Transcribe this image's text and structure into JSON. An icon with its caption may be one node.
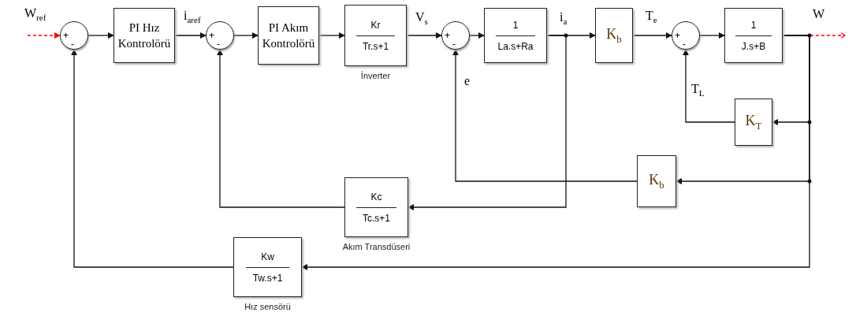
{
  "diagram": {
    "nodes": [
      {
        "text": [
          "+",
          "-"
        ]
      },
      {
        "text": [
          "PI Hız Kontrolörü"
        ]
      },
      {
        "text": [
          "+",
          "-"
        ]
      },
      {
        "text": [
          "PI Akım Kontrolörü"
        ]
      },
      {
        "text": [
          "Kr",
          "Tr.s+1"
        ],
        "beside": [
          "İnverter"
        ]
      },
      {
        "text": [
          "+",
          "-"
        ]
      },
      {
        "text": [
          "1",
          "La.s+Ra"
        ]
      },
      {
        "text": [
          "K$_{b}$"
        ]
      },
      {
        "text": [
          "+",
          "-"
        ]
      },
      {
        "text": [
          "1",
          "J.s+B"
        ]
      },
      {
        "text": [
          "K$_{T}$"
        ]
      },
      {
        "text": [
          "K$_{b}$"
        ]
      },
      {
        "text": [
          "Kc",
          "Tc.s+1"
        ],
        "beside": [
          "Akım Transdüseri"
        ]
      },
      {
        "text": [
          "Kw",
          "Tw.s+1"
        ],
        "beside": [
          "Hız sensörü"
        ]
      }
    ],
    "edges": [
      {
        "from": null,
        "to": 0,
        "arrow": "to",
        "label": "W$_{ref}$",
        "style": "dashed",
        "color": "#ff0000"
      },
      {
        "from": 0,
        "to": 1,
        "arrow": "to"
      },
      {
        "from": 1,
        "to": 2,
        "arrow": "to",
        "label": "i$_{aref}$"
      },
      {
        "from": 2,
        "to": 3,
        "arrow": "to"
      },
      {
        "from": 3,
        "to": 4,
        "arrow": "to"
      },
      {
        "from": 4,
        "to": 5,
        "arrow": "to",
        "label": "V$_{s}$"
      },
      {
        "from": 5,
        "to": 6,
        "arrow": "to"
      },
      {
        "from": 6,
        "to": 7,
        "arrow": "to",
        "label": "i$_{a}$"
      },
      {
        "from": 7,
        "to": 8,
        "arrow": "to",
        "label": "T$_{e}$"
      },
      {
        "from": 8,
        "to": 9,
        "arrow": "to"
      },
      {
        "from": 9,
        "to": null,
        "arrow": "to",
        "label": "W",
        "style": "dashed",
        "color": "#ff0000"
      },
      {
        "from": 9,
        "to": 10,
        "arrow": "to"
      },
      {
        "from": 9,
        "to": 11,
        "arrow": "to"
      },
      {
        "from": 9,
        "to": 13,
        "arrow": "to"
      },
      {
        "from": 10,
        "to": 8,
        "arrow": "to",
        "label": "T$_{L}$"
      },
      {
        "from": 11,
        "to": 5,
        "arrow": "to",
        "label": "e"
      },
      {
        "from": 6,
        "to": 12,
        "arrow": "to"
      },
      {
        "from": 12,
        "to": 2,
        "arrow": "to"
      },
      {
        "from": 13,
        "to": 0,
        "arrow": "to"
      }
    ]
  }
}
